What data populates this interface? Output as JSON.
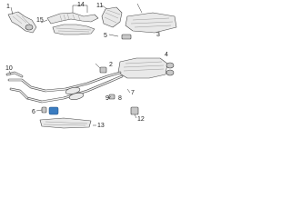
{
  "diagram": {
    "accent_color": "#3a7cc0",
    "callouts": [
      {
        "id": "c1",
        "label": "1"
      },
      {
        "id": "c2",
        "label": "2"
      },
      {
        "id": "c3",
        "label": "3"
      },
      {
        "id": "c4",
        "label": "4"
      },
      {
        "id": "c5",
        "label": "5"
      },
      {
        "id": "c6",
        "label": "6"
      },
      {
        "id": "c7",
        "label": "7"
      },
      {
        "id": "c8",
        "label": "8"
      },
      {
        "id": "c9",
        "label": "9"
      },
      {
        "id": "c10",
        "label": "10"
      },
      {
        "id": "c11",
        "label": "11"
      },
      {
        "id": "c12",
        "label": "12"
      },
      {
        "id": "c13",
        "label": "13"
      },
      {
        "id": "c14",
        "label": "14"
      },
      {
        "id": "c15",
        "label": "15"
      }
    ]
  }
}
